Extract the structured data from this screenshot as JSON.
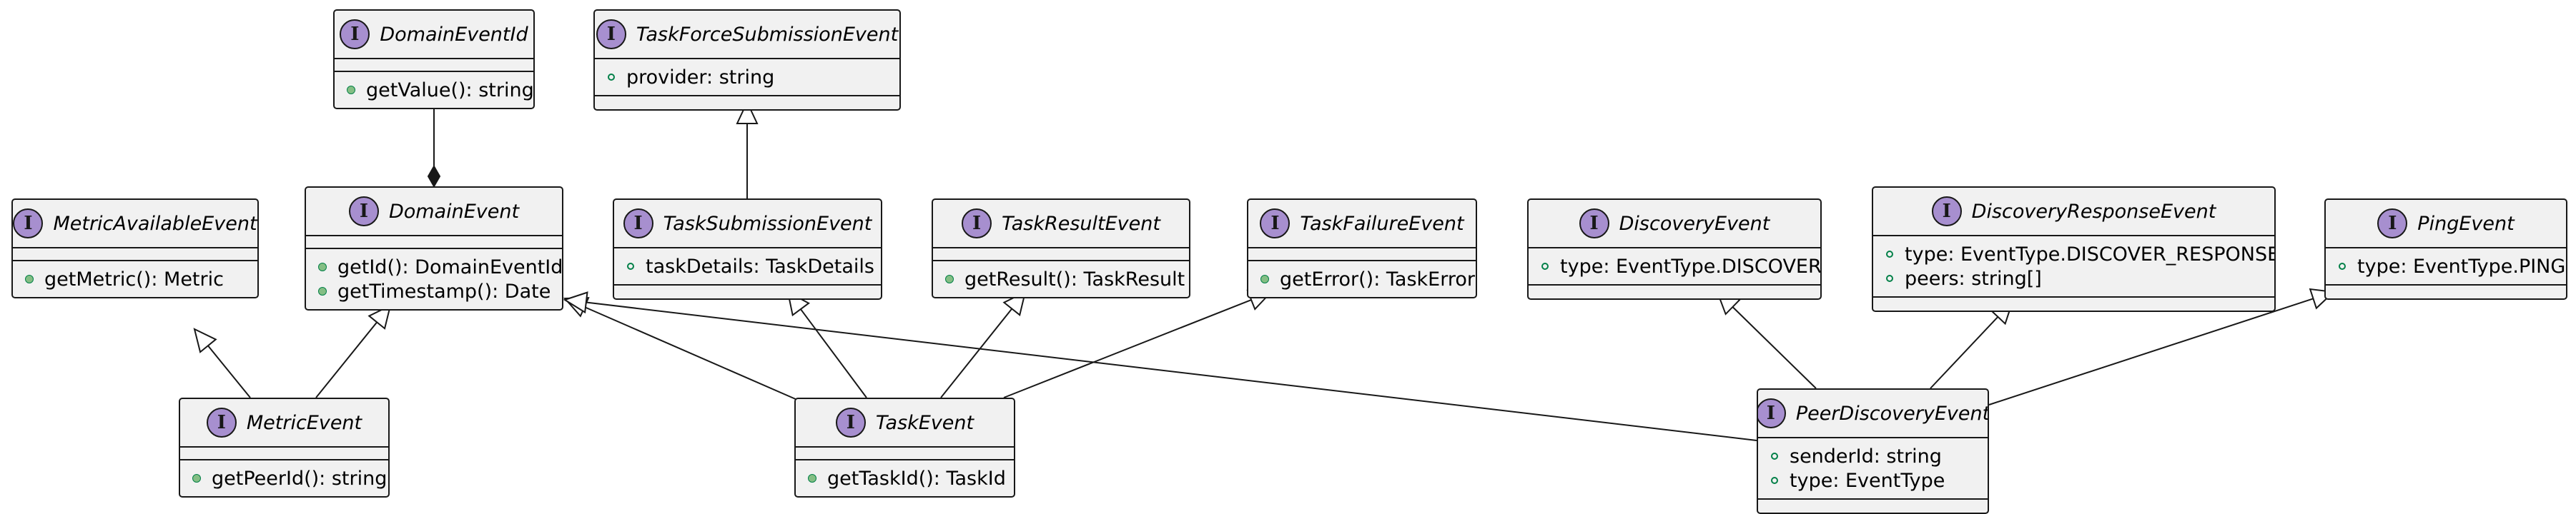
{
  "classes": [
    {
      "id": "DomainEventId",
      "stereotype": "I",
      "name": "DomainEventId",
      "fields": [],
      "methods": [
        {
          "vis": "method",
          "text": "getValue(): string"
        }
      ]
    },
    {
      "id": "TaskForceSubmissionEvent",
      "stereotype": "I",
      "name": "TaskForceSubmissionEvent",
      "fields": [
        {
          "vis": "field",
          "text": "provider: string"
        }
      ],
      "methods": []
    },
    {
      "id": "MetricAvailableEvent",
      "stereotype": "I",
      "name": "MetricAvailableEvent",
      "fields": [],
      "methods": [
        {
          "vis": "method",
          "text": "getMetric(): Metric"
        }
      ]
    },
    {
      "id": "DomainEvent",
      "stereotype": "I",
      "name": "DomainEvent",
      "fields": [],
      "methods": [
        {
          "vis": "method",
          "text": "getId(): DomainEventId"
        },
        {
          "vis": "method",
          "text": "getTimestamp(): Date"
        }
      ]
    },
    {
      "id": "TaskSubmissionEvent",
      "stereotype": "I",
      "name": "TaskSubmissionEvent",
      "fields": [
        {
          "vis": "field",
          "text": "taskDetails: TaskDetails"
        }
      ],
      "methods": []
    },
    {
      "id": "TaskResultEvent",
      "stereotype": "I",
      "name": "TaskResultEvent",
      "fields": [],
      "methods": [
        {
          "vis": "method",
          "text": "getResult(): TaskResult"
        }
      ]
    },
    {
      "id": "TaskFailureEvent",
      "stereotype": "I",
      "name": "TaskFailureEvent",
      "fields": [],
      "methods": [
        {
          "vis": "method",
          "text": "getError(): TaskError"
        }
      ]
    },
    {
      "id": "DiscoveryEvent",
      "stereotype": "I",
      "name": "DiscoveryEvent",
      "fields": [
        {
          "vis": "field",
          "text": "type: EventType.DISCOVER"
        }
      ],
      "methods": []
    },
    {
      "id": "DiscoveryResponseEvent",
      "stereotype": "I",
      "name": "DiscoveryResponseEvent",
      "fields": [
        {
          "vis": "field",
          "text": "type: EventType.DISCOVER_RESPONSE"
        },
        {
          "vis": "field",
          "text": "peers: string[]"
        }
      ],
      "methods": []
    },
    {
      "id": "PingEvent",
      "stereotype": "I",
      "name": "PingEvent",
      "fields": [
        {
          "vis": "field",
          "text": "type: EventType.PING"
        }
      ],
      "methods": []
    },
    {
      "id": "MetricEvent",
      "stereotype": "I",
      "name": "MetricEvent",
      "fields": [],
      "methods": [
        {
          "vis": "method",
          "text": "getPeerId(): string"
        }
      ]
    },
    {
      "id": "TaskEvent",
      "stereotype": "I",
      "name": "TaskEvent",
      "fields": [],
      "methods": [
        {
          "vis": "method",
          "text": "getTaskId(): TaskId"
        }
      ]
    },
    {
      "id": "PeerDiscoveryEvent",
      "stereotype": "I",
      "name": "PeerDiscoveryEvent",
      "fields": [
        {
          "vis": "field",
          "text": "senderId: string"
        },
        {
          "vis": "field",
          "text": "type: EventType"
        }
      ],
      "methods": []
    }
  ],
  "relations": [
    {
      "from": "DomainEventId",
      "to": "DomainEvent",
      "type": "composition"
    },
    {
      "from": "TaskSubmissionEvent",
      "to": "TaskForceSubmissionEvent",
      "type": "inheritance"
    },
    {
      "from": "MetricEvent",
      "to": "MetricAvailableEvent",
      "type": "inheritance"
    },
    {
      "from": "MetricEvent",
      "to": "DomainEvent",
      "type": "inheritance"
    },
    {
      "from": "TaskEvent",
      "to": "DomainEvent",
      "type": "inheritance"
    },
    {
      "from": "TaskEvent",
      "to": "TaskSubmissionEvent",
      "type": "inheritance"
    },
    {
      "from": "TaskEvent",
      "to": "TaskResultEvent",
      "type": "inheritance"
    },
    {
      "from": "TaskEvent",
      "to": "TaskFailureEvent",
      "type": "inheritance"
    },
    {
      "from": "PeerDiscoveryEvent",
      "to": "DomainEvent",
      "type": "inheritance"
    },
    {
      "from": "PeerDiscoveryEvent",
      "to": "DiscoveryEvent",
      "type": "inheritance"
    },
    {
      "from": "PeerDiscoveryEvent",
      "to": "DiscoveryResponseEvent",
      "type": "inheritance"
    },
    {
      "from": "PeerDiscoveryEvent",
      "to": "PingEvent",
      "type": "inheritance"
    }
  ],
  "colors": {
    "box_fill": "#f1f1f1",
    "border": "#181818",
    "badge": "#a78fcf",
    "visibility": "#84be84"
  }
}
